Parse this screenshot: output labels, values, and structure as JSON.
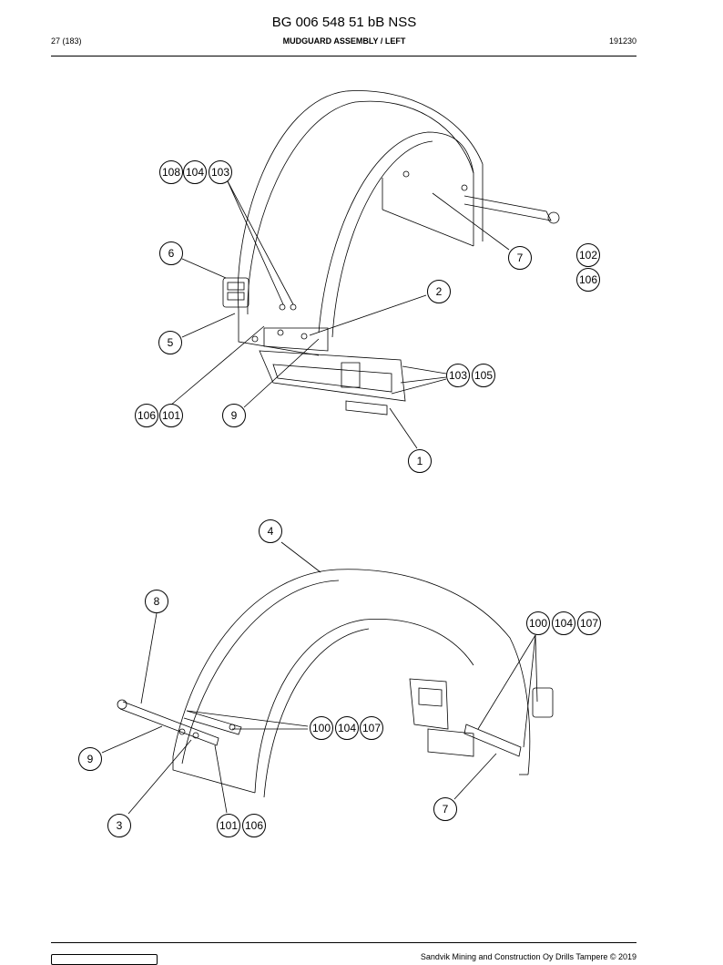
{
  "header": {
    "doc_number": "BG 006 548 51 bB NSS",
    "page": "27 (183)",
    "section_title": "MUDGUARD ASSEMBLY / LEFT",
    "date_code": "191230"
  },
  "footer": {
    "copyright": "Sandvik Mining and Construction Oy Drills Tampere © 2019"
  },
  "callouts_top": {
    "c108": "108",
    "c104a": "104",
    "c103a": "103",
    "c6": "6",
    "c7a": "7",
    "c102": "102",
    "c106a": "106",
    "c2": "2",
    "c5": "5",
    "c103b": "103",
    "c105": "105",
    "c106b": "106",
    "c101a": "101",
    "c9a": "9",
    "c1": "1"
  },
  "callouts_bottom": {
    "c4": "4",
    "c8": "8",
    "c100a": "100",
    "c104b": "104",
    "c107a": "107",
    "c100b": "100",
    "c104c": "104",
    "c107b": "107",
    "c9b": "9",
    "c7b": "7",
    "c3": "3",
    "c101b": "101",
    "c106c": "106"
  }
}
